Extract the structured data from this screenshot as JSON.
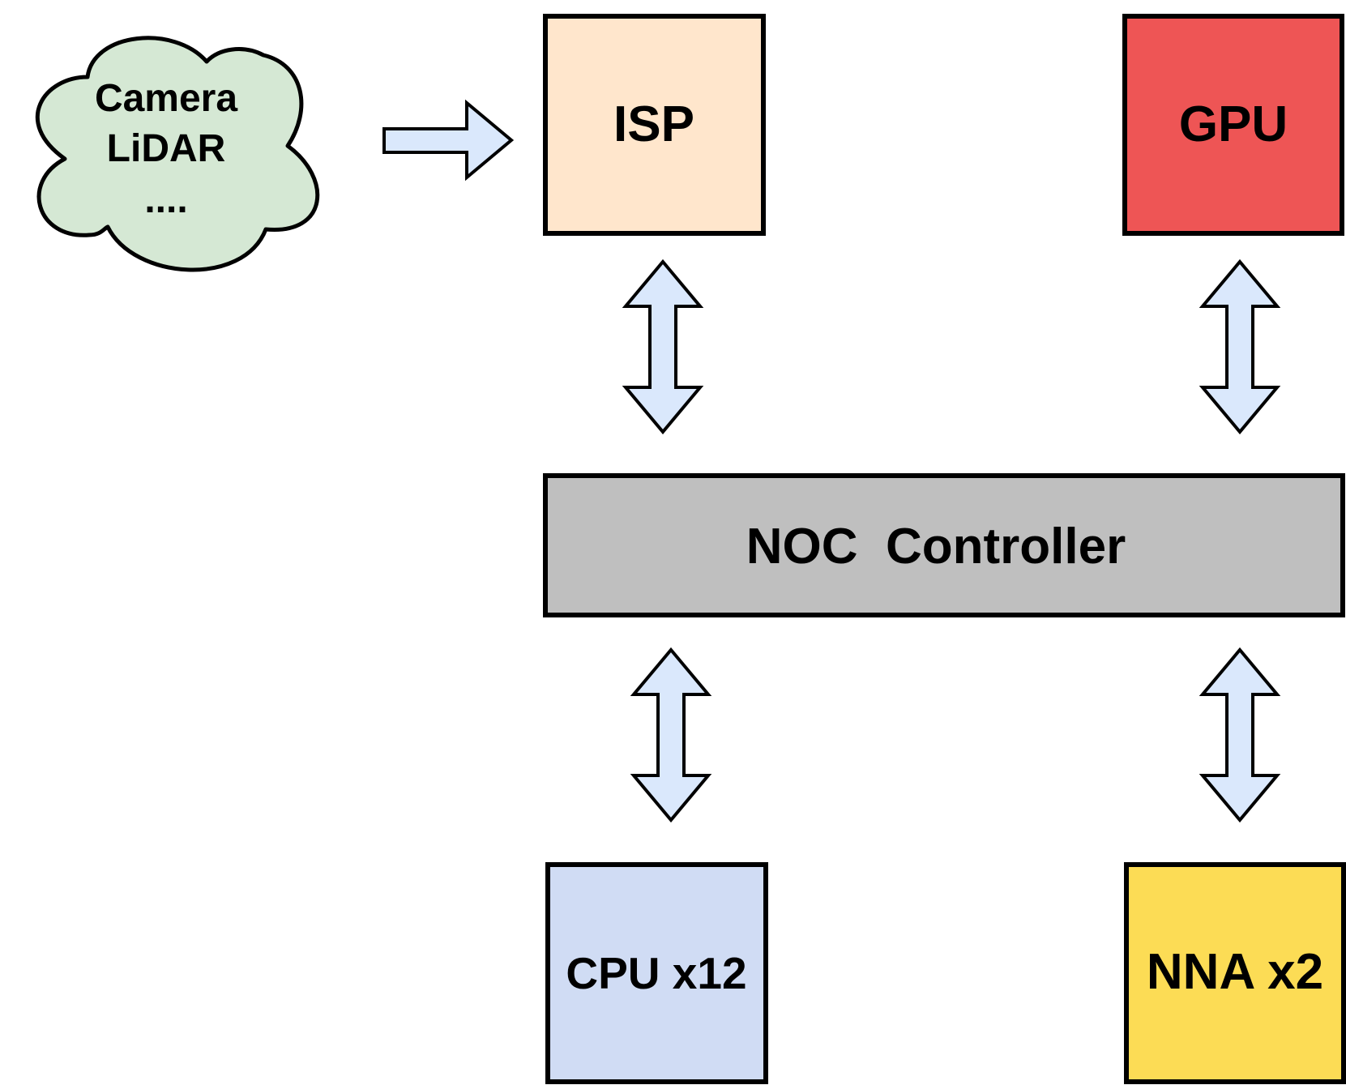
{
  "source_cloud": {
    "lines": [
      "Camera",
      "LiDAR",
      "...."
    ],
    "fill": "#d5e8d4",
    "stroke": "#000000"
  },
  "blocks": {
    "isp": {
      "label": "ISP",
      "fill": "#ffe6cc"
    },
    "gpu": {
      "label": "GPU",
      "fill": "#ee5555"
    },
    "noc": {
      "label": "NOC  Controller",
      "fill": "#bfbfbf"
    },
    "cpu": {
      "label": "CPU x12",
      "fill": "#d0dcf4"
    },
    "nna": {
      "label": "NNA x2",
      "fill": "#fcdc55"
    }
  },
  "arrows": {
    "fill": "#dae8fc",
    "stroke": "#000000"
  }
}
